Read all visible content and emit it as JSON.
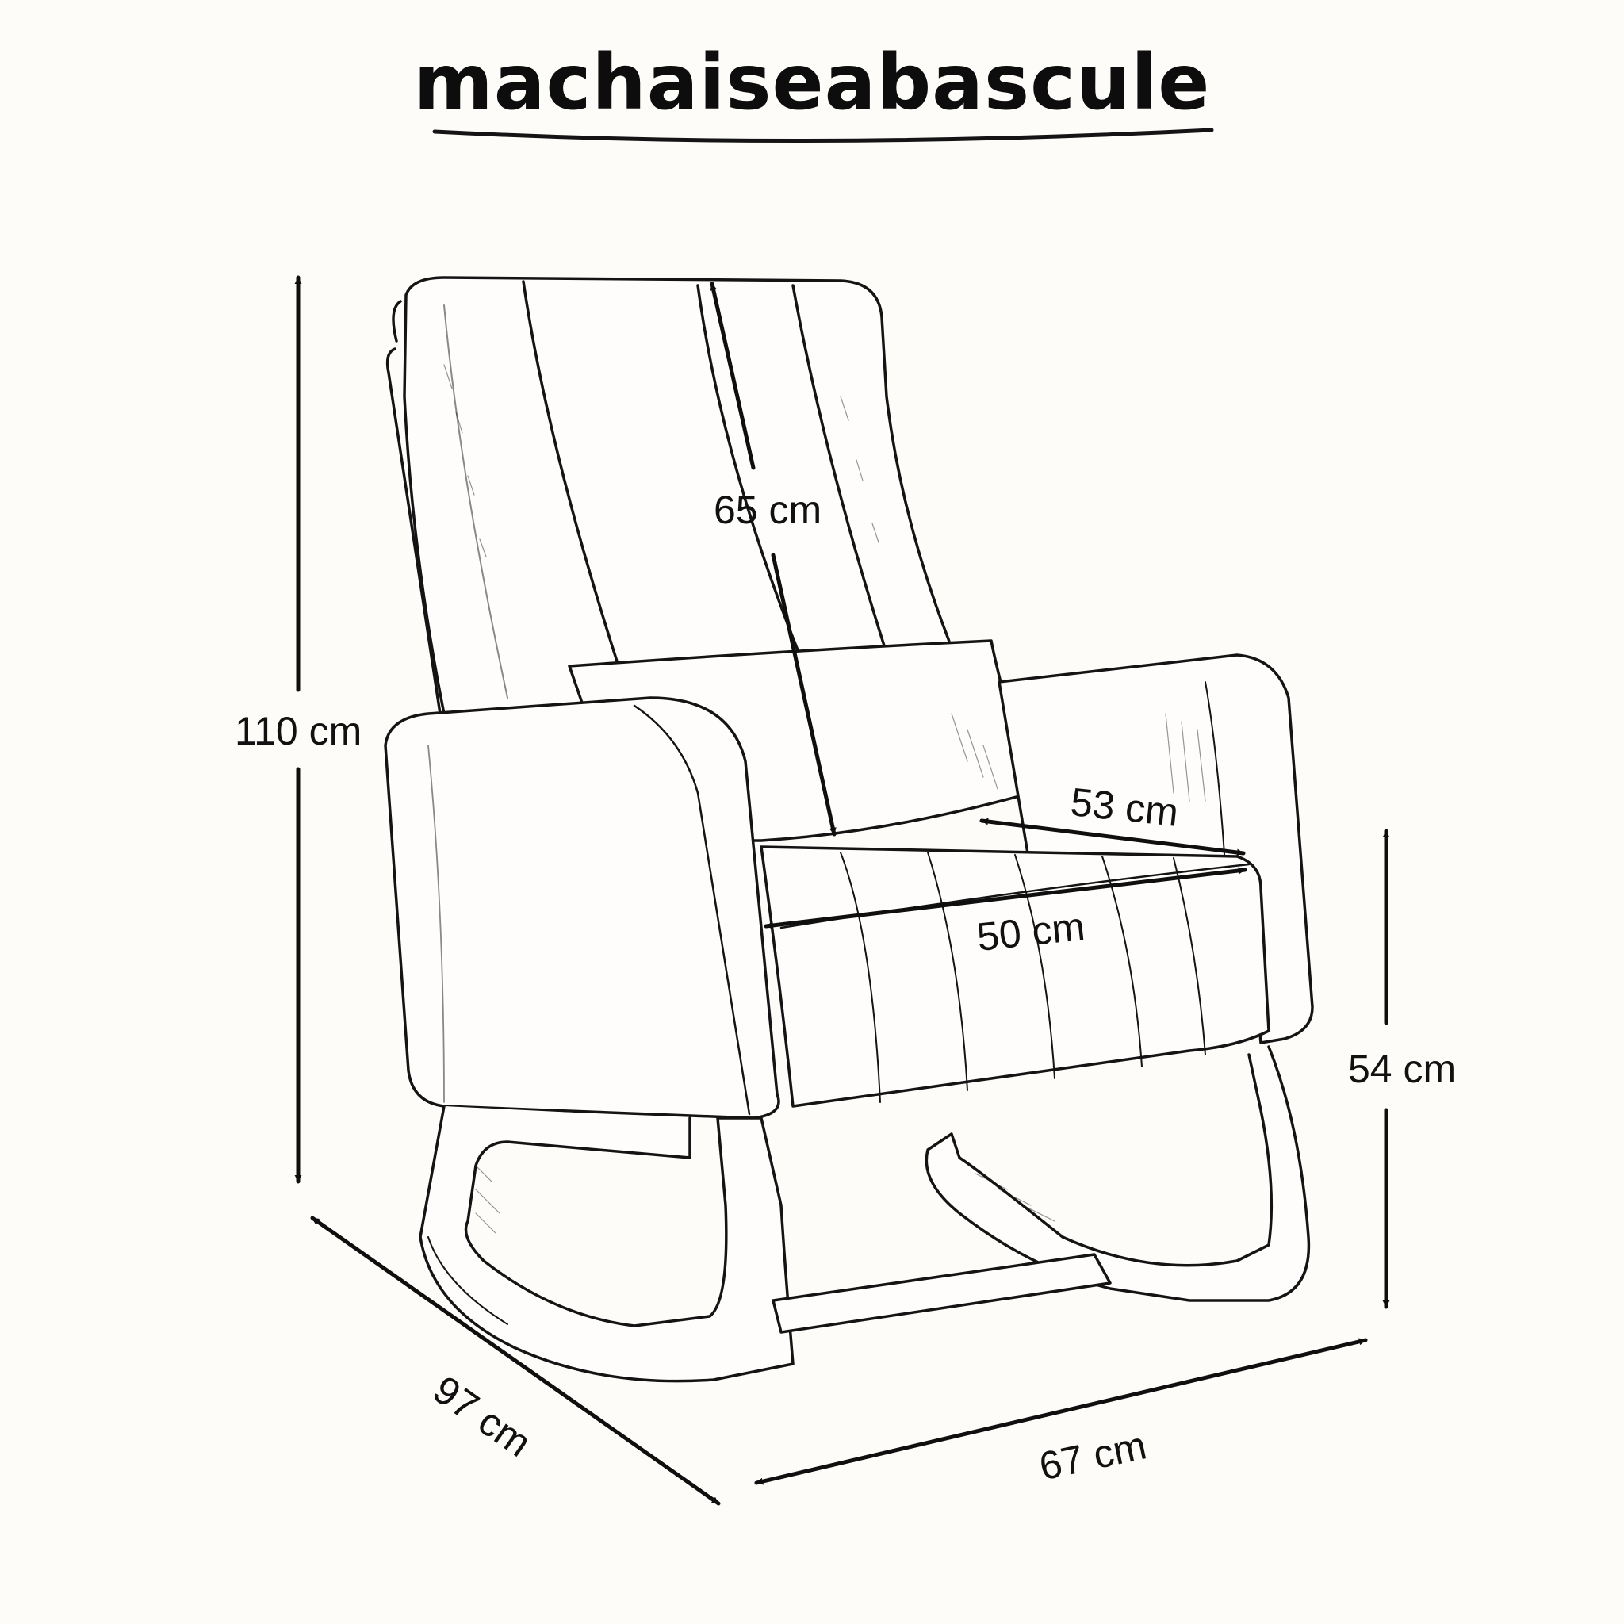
{
  "title": "machaiseabascule",
  "dimensions": {
    "total_height": "110 cm",
    "back_height": "65 cm",
    "seat_depth": "53 cm",
    "seat_width": "50 cm",
    "seat_height": "54 cm",
    "total_depth": "97 cm",
    "total_width": "67 cm"
  },
  "colors": {
    "line": "#141414",
    "arrow": "#0f0f0f",
    "background": "#fdfcf9"
  }
}
